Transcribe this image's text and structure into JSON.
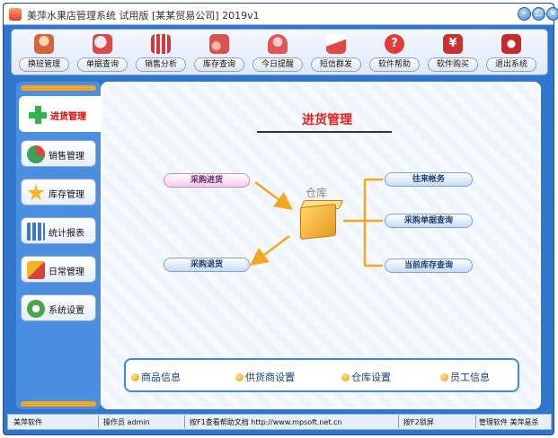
{
  "window": {
    "title": "美萍水果店管理系统 试用版 [某某贸易公司] 2019v1",
    "controls": {
      "minimize": "-",
      "maximize": "□",
      "close": "×"
    }
  },
  "toolbar": {
    "buttons": [
      {
        "label": "换班管理",
        "icon": "person-icon",
        "color": "#d6643a"
      },
      {
        "label": "单据查询",
        "icon": "magnifier-icon",
        "color": "#d84b4b"
      },
      {
        "label": "销售分析",
        "icon": "bar-chart-icon",
        "color": "#cf3b3b"
      },
      {
        "label": "库存查询",
        "icon": "stock-icon",
        "color": "#d9534f"
      },
      {
        "label": "今日提醒",
        "icon": "bell-icon",
        "color": "#e05656"
      },
      {
        "label": "短信群发",
        "icon": "envelope-icon",
        "color": "#e04848"
      },
      {
        "label": "软件帮助",
        "icon": "help-icon",
        "color": "#e03c3c"
      },
      {
        "label": "软件购买",
        "icon": "yen-icon",
        "color": "#c93030"
      },
      {
        "label": "退出系统",
        "icon": "exit-icon",
        "color": "#c52a2a"
      }
    ]
  },
  "sidebar": {
    "items": [
      {
        "label": "进货管理",
        "icon": "green-plus-icon",
        "color": "#2fb34a"
      },
      {
        "label": "销售管理",
        "icon": "pie-icon",
        "color": "#3aa25a"
      },
      {
        "label": "库存管理",
        "icon": "star-icon",
        "color": "#f2b51d"
      },
      {
        "label": "统计报表",
        "icon": "report-icon",
        "color": "#3b78c9"
      },
      {
        "label": "日常管理",
        "icon": "broom-icon",
        "color": "#d9433b"
      },
      {
        "label": "系统设置",
        "icon": "gear-icon",
        "color": "#4aa64a"
      }
    ]
  },
  "main": {
    "title": "进货管理",
    "center_label": "仓库",
    "left_actions": [
      "采购进货",
      "采购退货"
    ],
    "right_actions": [
      "往来帐务",
      "采购单据查询",
      "当前库存查询"
    ],
    "quick_links": [
      "商品信息",
      "供货商设置",
      "仓库设置",
      "员工信息"
    ]
  },
  "statusbar": {
    "cells": [
      "美萍软件",
      "操作员 admin",
      "按F1查看帮助文档 http://www.mpsoft.net.cn",
      "按F2锁屏",
      "管理软件 美萍是杀"
    ]
  },
  "colors": {
    "accent": "#2f77cc",
    "active_text": "#e60000",
    "orange": "#f3a623"
  }
}
